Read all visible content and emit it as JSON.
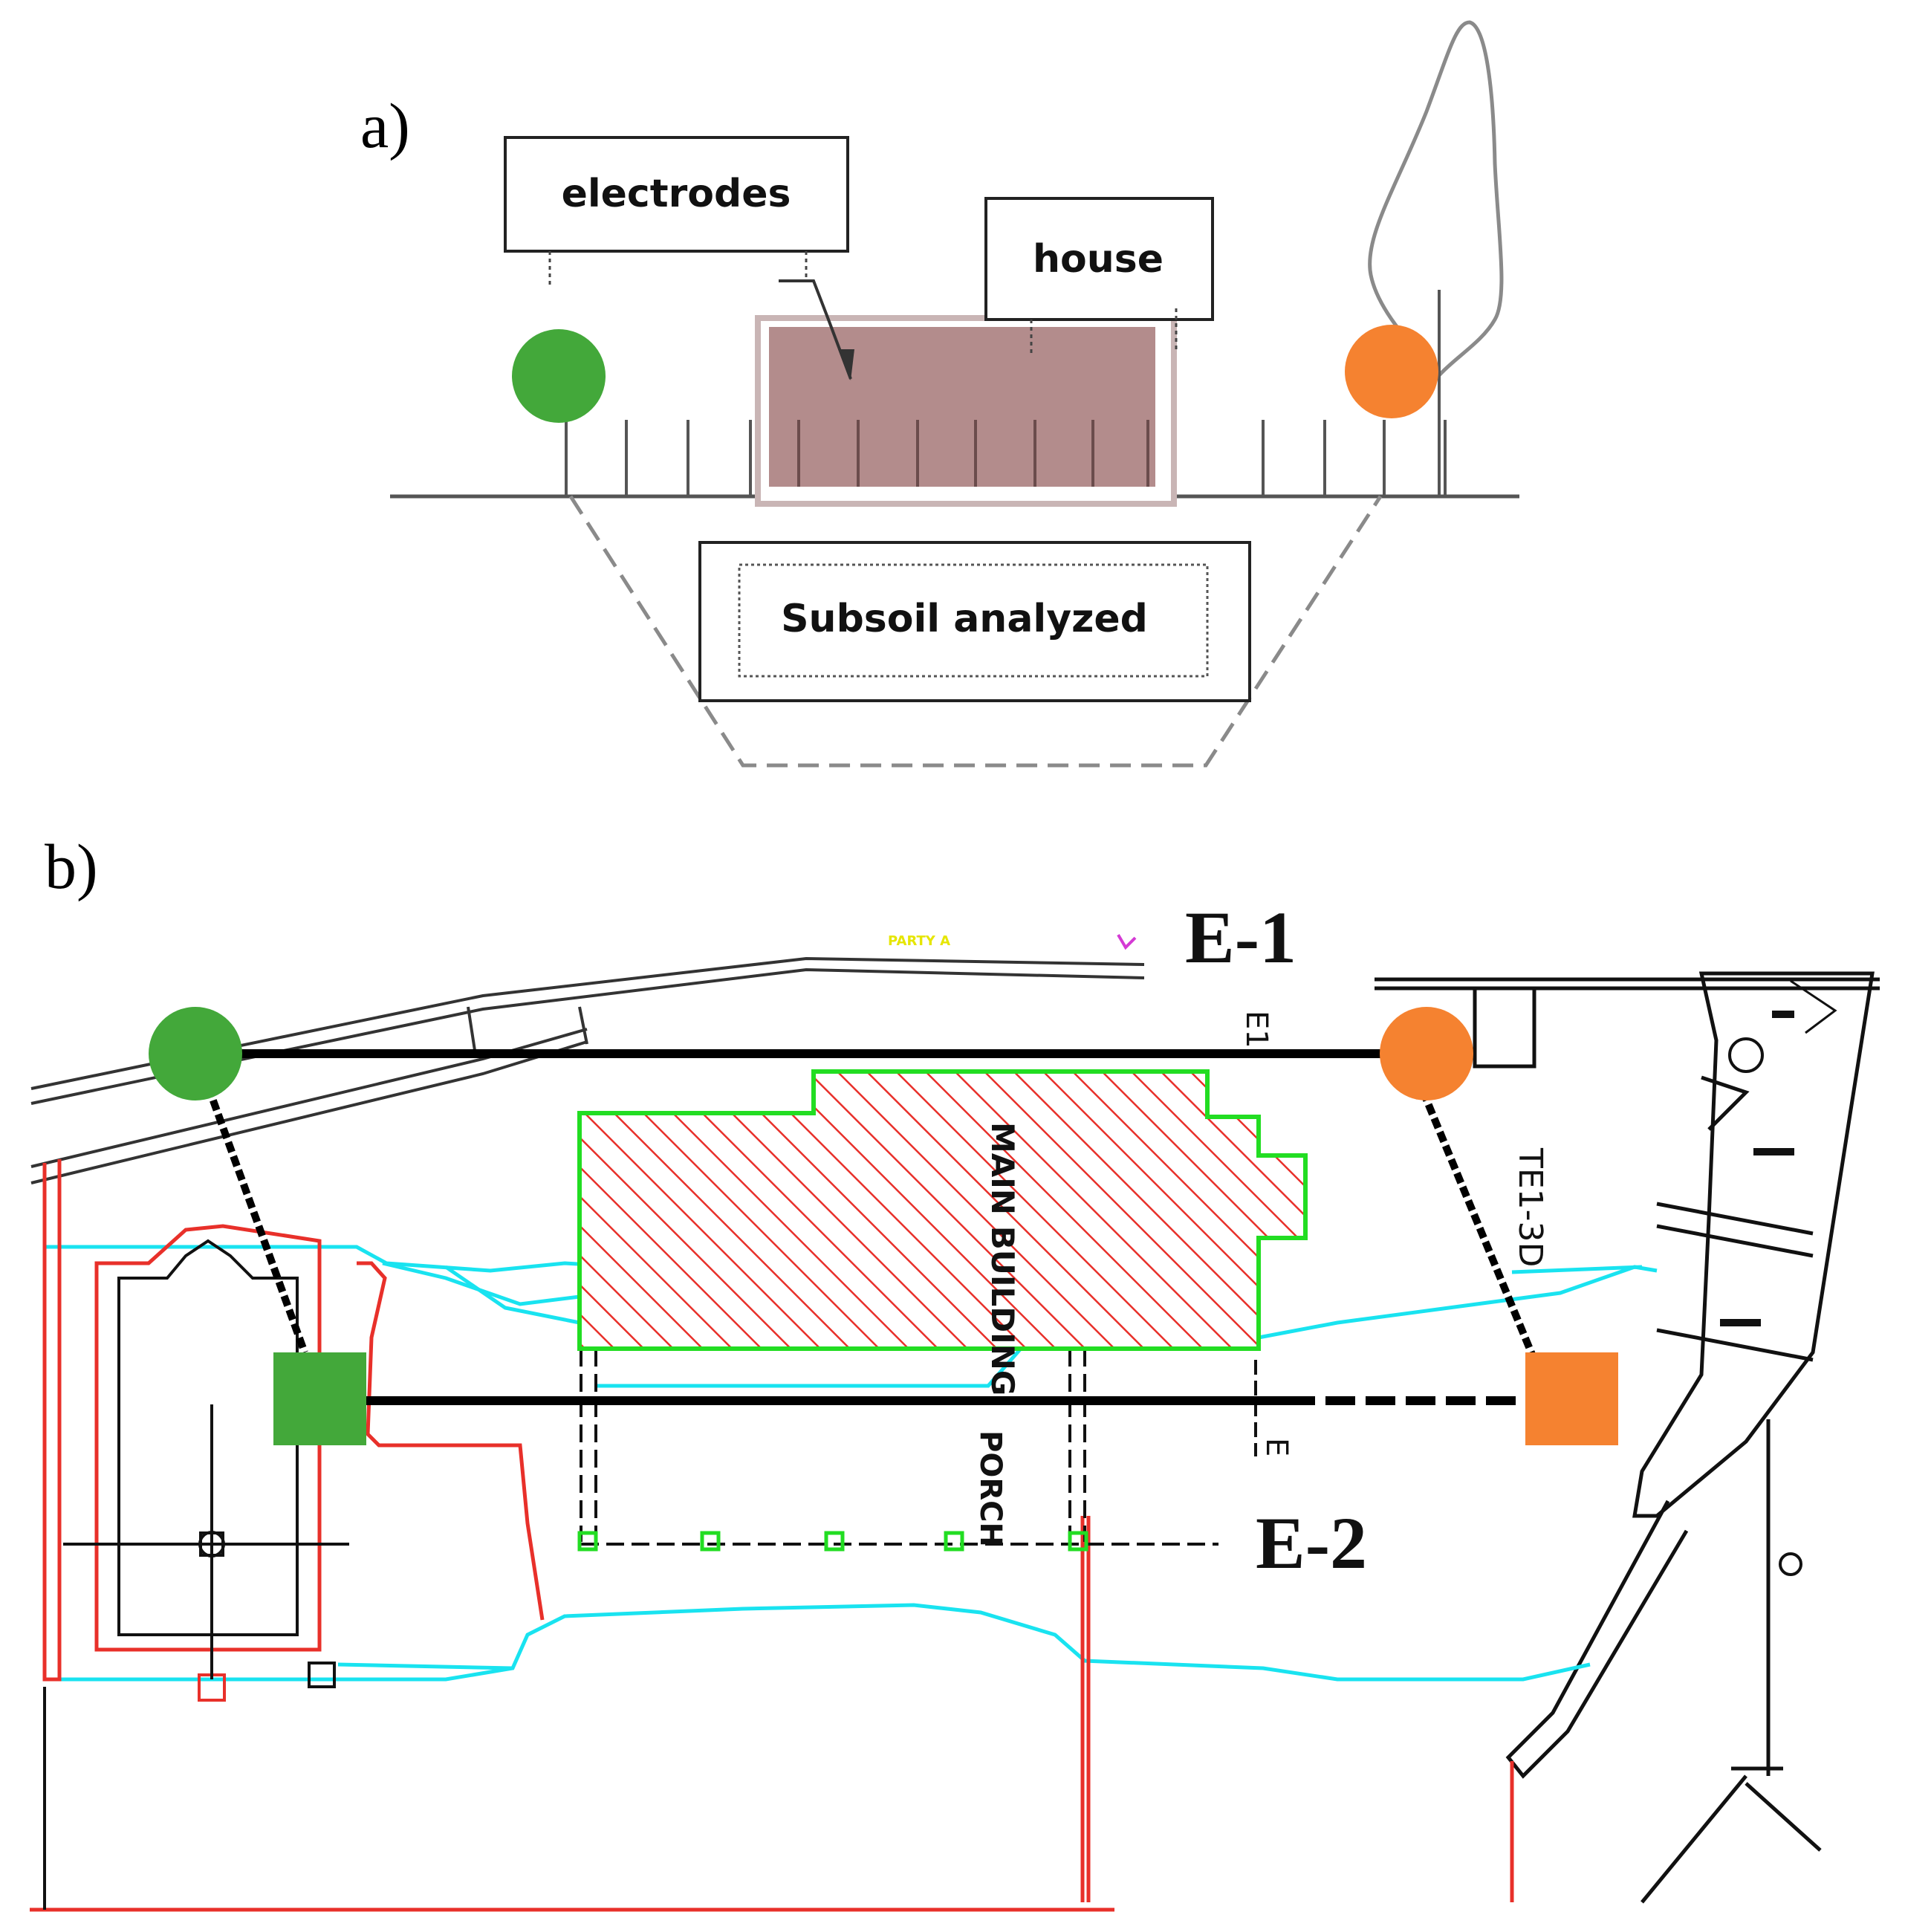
{
  "panel_a": {
    "label": "a)",
    "callouts": {
      "electrodes": "electrodes",
      "house": "house",
      "subsoil": "Subsoil analyzed"
    }
  },
  "panel_b": {
    "label": "b)",
    "profiles": {
      "e1": "E-1",
      "e2": "E-2"
    },
    "plan_labels": {
      "main_building": "MAIN BUILDING",
      "porch": "PORCH",
      "te1_3d": "TE1-3D",
      "e1_mark": "E1",
      "e_mark": "E",
      "small_note": "PARTY A"
    }
  },
  "colors": {
    "electrode_start": "#43a83a",
    "electrode_end": "#f58230",
    "house_fill": "#b38c8c",
    "building_hatch": "#e8302a",
    "building_outline": "#22dd22",
    "water_line": "#19e3f0",
    "boundary_red": "#e8302a"
  },
  "icons": {
    "start_electrode": "green-circle",
    "end_electrode": "orange-circle",
    "tree": "tree-outline-icon"
  }
}
